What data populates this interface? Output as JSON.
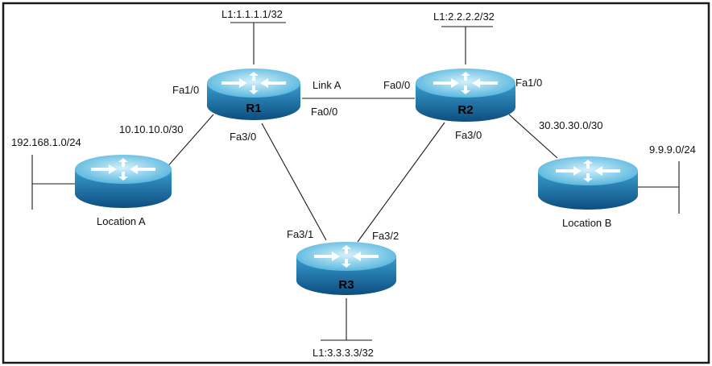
{
  "routers": [
    {
      "id": "r1",
      "label": "R1"
    },
    {
      "id": "r2",
      "label": "R2"
    },
    {
      "id": "r3",
      "label": "R3"
    },
    {
      "id": "loc-a",
      "label": "Location A"
    },
    {
      "id": "loc-b",
      "label": "Location B"
    }
  ],
  "labels": {
    "r1_loopback": "L1:1.1.1.1/32",
    "r2_loopback": "L1:2.2.2.2/32",
    "r3_loopback": "L1:3.3.3.3/32",
    "r1_fa1_0": "Fa1/0",
    "r1_fa0_0": "Fa0/0",
    "r1_fa3_0": "Fa3/0",
    "link_a": "Link A",
    "r2_fa0_0": "Fa0/0",
    "r2_fa1_0": "Fa1/0",
    "r2_fa3_0": "Fa3/0",
    "r3_fa3_1": "Fa3/1",
    "r3_fa3_2": "Fa3/2",
    "net_10": "10.10.10.0/30",
    "net_192": "192.168.1.0/24",
    "net_30": "30.30.30.0/30",
    "net_9": "9.9.9.0/24"
  },
  "colors": {
    "router_top_light": "#d4f0fb",
    "router_top_dark": "#4fb3dc",
    "router_side_light": "#3a9ed0",
    "router_side_dark": "#0d4d7f",
    "arrow": "#ffffff",
    "line": "#1a1a1a"
  }
}
